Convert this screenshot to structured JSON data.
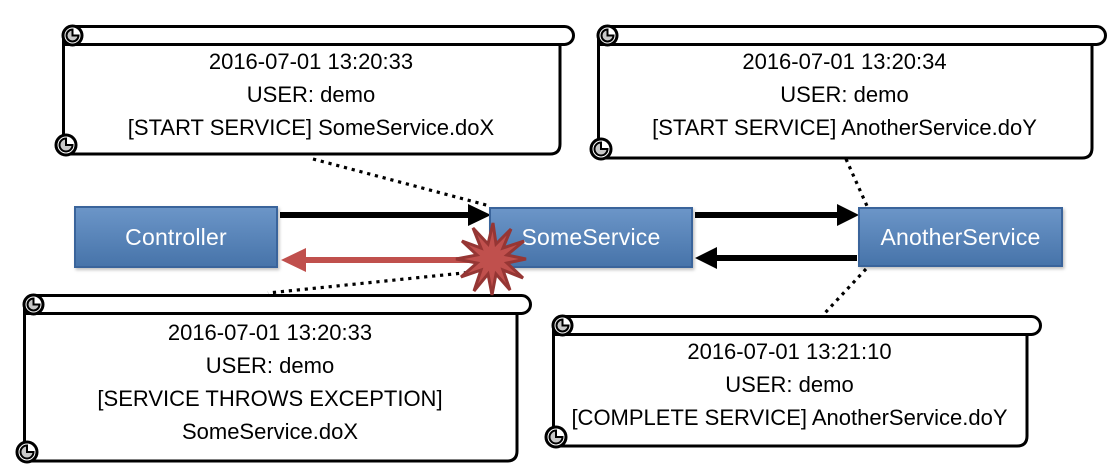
{
  "boxes": [
    {
      "label": "Controller"
    },
    {
      "label": "SomeService"
    },
    {
      "label": "AnotherService"
    }
  ],
  "notes": [
    {
      "lines": [
        "2016-07-01 13:20:33",
        "USER: demo",
        "[START SERVICE] SomeService.doX"
      ]
    },
    {
      "lines": [
        "2016-07-01 13:20:34",
        "USER: demo",
        "[START SERVICE] AnotherService.doY"
      ]
    },
    {
      "lines": [
        "2016-07-01 13:20:33",
        "USER: demo",
        "[SERVICE THROWS EXCEPTION]",
        "SomeService.doX"
      ]
    },
    {
      "lines": [
        "2016-07-01 13:21:10",
        "USER: demo",
        "[COMPLETE SERVICE] AnotherService.doY"
      ]
    }
  ],
  "connectors": [
    {
      "from": "Controller",
      "to": "SomeService",
      "kind": "call"
    },
    {
      "from": "SomeService",
      "to": "AnotherService",
      "kind": "call"
    },
    {
      "from": "AnotherService",
      "to": "SomeService",
      "kind": "return"
    },
    {
      "from": "SomeService",
      "to": "Controller",
      "kind": "exception-return"
    }
  ],
  "colors": {
    "box_fill": "#4f81bd",
    "box_border": "#3a649b",
    "box_text": "#ffffff",
    "arrow": "#000000",
    "exception": "#c0504d",
    "exception_border": "#963634",
    "note_fill": "#ffffff",
    "note_border": "#000000"
  }
}
